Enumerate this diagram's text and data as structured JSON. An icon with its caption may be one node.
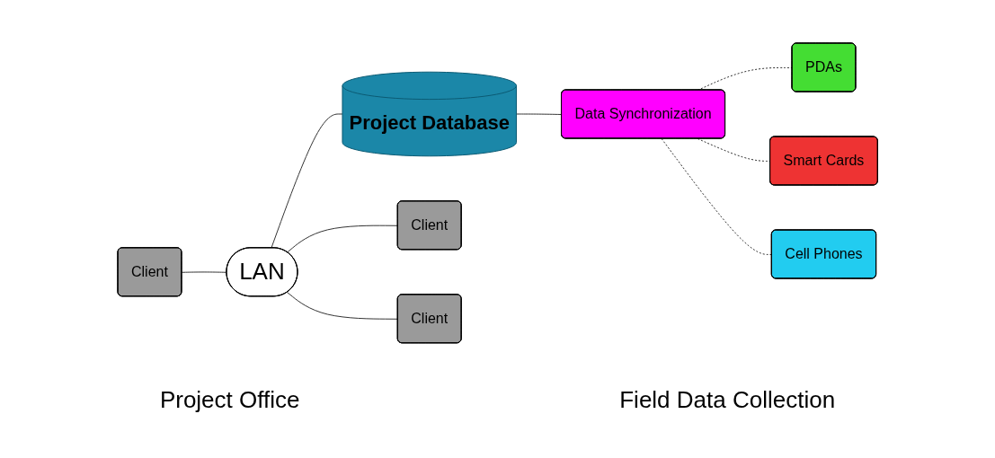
{
  "diagram": {
    "nodes": [
      {
        "text": [
          "Client"
        ]
      },
      {
        "text": [
          "LAN"
        ]
      },
      {
        "text": [
          "Project Database"
        ]
      },
      {
        "text": [
          "Data Synchronization"
        ]
      },
      {
        "text": [
          "PDAs"
        ]
      },
      {
        "text": [
          "Client"
        ]
      },
      {
        "text": [
          "Client"
        ]
      },
      {
        "text": [
          "Smart Cards"
        ]
      },
      {
        "text": [
          "Cell Phones"
        ]
      }
    ],
    "edges": [
      {
        "from": 0,
        "to": 1,
        "arrow": "none"
      },
      {
        "from": 1,
        "to": 5,
        "arrow": "none"
      },
      {
        "from": 1,
        "to": 6,
        "arrow": "none"
      },
      {
        "from": 1,
        "to": 2,
        "arrow": "none"
      },
      {
        "from": 2,
        "to": 3,
        "arrow": "none"
      },
      {
        "from": 3,
        "to": 4,
        "arrow": "none",
        "style": "dashed"
      },
      {
        "from": 3,
        "to": 7,
        "arrow": "none",
        "style": "dashed"
      },
      {
        "from": 3,
        "to": 8,
        "arrow": "none",
        "style": "dashed"
      }
    ],
    "labels": [
      "Project Office",
      "Field Data Collection"
    ]
  }
}
